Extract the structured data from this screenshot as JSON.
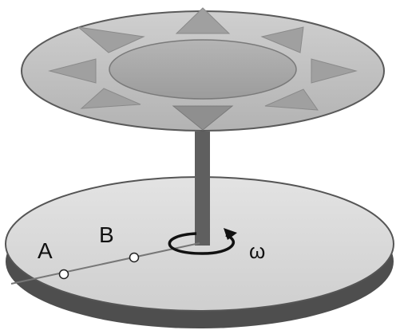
{
  "labels": {
    "point_a": "A",
    "point_b": "B",
    "omega": "ω"
  },
  "colors": {
    "disk_face": "#d9d9d9",
    "disk_edge": "#555555",
    "disk_outline": "#444444",
    "top_disk_face": "#bfbfbf",
    "hub": "#a8a8a8",
    "triangle": "#a0a0a0",
    "shaft": "#5f5f5f",
    "line": "#777777",
    "text": "#111111"
  },
  "icons": {
    "rotation_arrow": "curved-arrow-icon",
    "point_marker": "open-circle-icon"
  }
}
